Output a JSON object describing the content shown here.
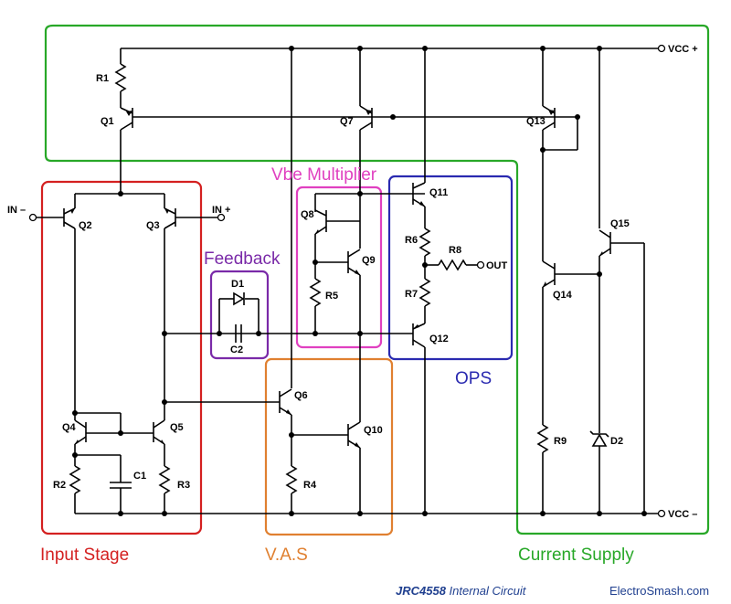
{
  "components": {
    "R1": "R1",
    "R2": "R2",
    "R3": "R3",
    "R4": "R4",
    "R5": "R5",
    "R6": "R6",
    "R7": "R7",
    "R8": "R8",
    "R9": "R9",
    "Q1": "Q1",
    "Q2": "Q2",
    "Q3": "Q3",
    "Q4": "Q4",
    "Q5": "Q5",
    "Q6": "Q6",
    "Q7": "Q7",
    "Q8": "Q8",
    "Q9": "Q9",
    "Q10": "Q10",
    "Q11": "Q11",
    "Q12": "Q12",
    "Q13": "Q13",
    "Q14": "Q14",
    "Q15": "Q15",
    "C1": "C1",
    "C2": "C2",
    "D1": "D1",
    "D2": "D2"
  },
  "terminals": {
    "in_minus": "IN –",
    "in_plus": "IN +",
    "out": "OUT",
    "vcc_plus": "VCC +",
    "vcc_minus": "VCC –"
  },
  "blocks": {
    "input_stage": {
      "label": "Input Stage",
      "color": "#d42020"
    },
    "feedback": {
      "label": "Feedback",
      "color": "#7a2aa8"
    },
    "vbe_multiplier": {
      "label": "Vbe Multiplier",
      "color": "#e040c0"
    },
    "ops": {
      "label": "OPS",
      "color": "#2a2ab0"
    },
    "vas": {
      "label": "V.A.S",
      "color": "#e08030"
    },
    "current_supply": {
      "label": "Current Supply",
      "color": "#28a828"
    }
  },
  "footer": {
    "part": "JRC4558",
    "title_rest": " Internal Circuit",
    "brand": "ElectroSmash.com"
  }
}
